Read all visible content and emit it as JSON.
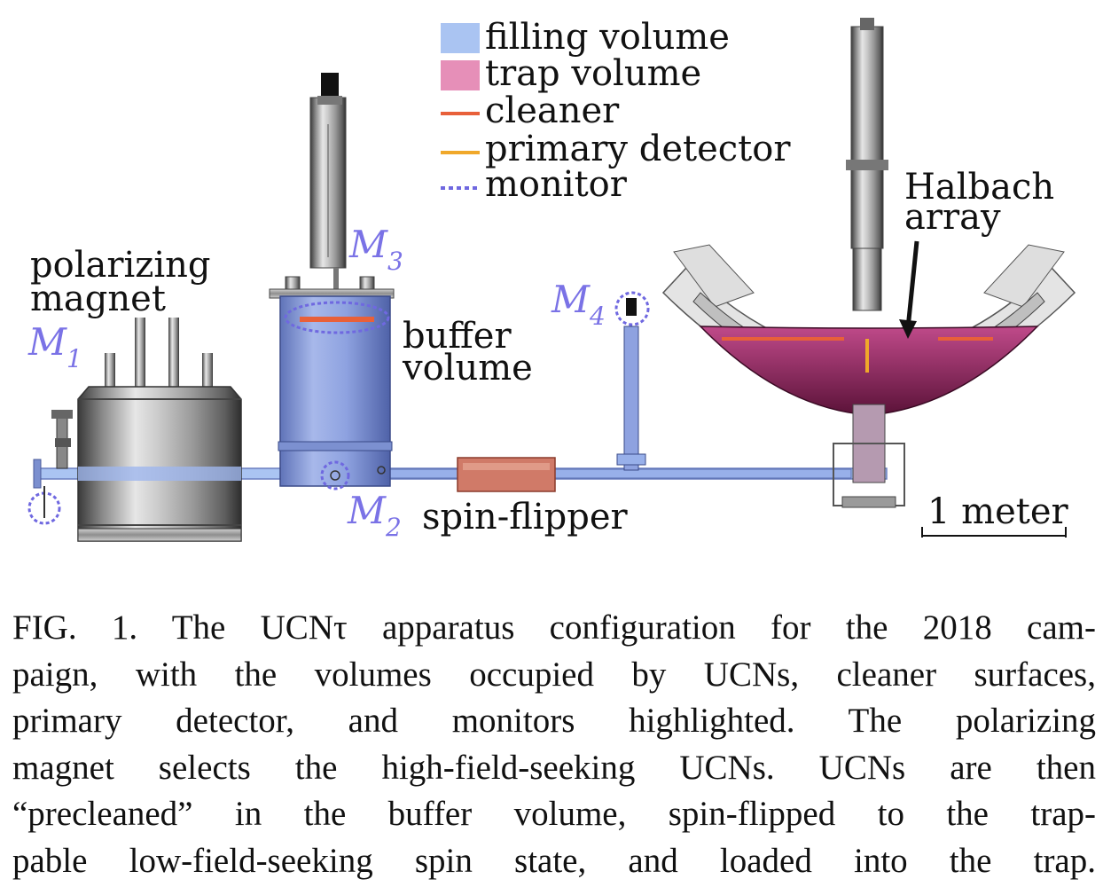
{
  "legend": {
    "filling": {
      "label": "filling volume",
      "color": "#aac4f2"
    },
    "trap": {
      "label": "trap volume",
      "color": "#e68fb8"
    },
    "cleaner": {
      "label": "cleaner",
      "color": "#e8603a"
    },
    "detector": {
      "label": "primary detector",
      "color": "#f0a82a"
    },
    "monitor": {
      "label": "monitor",
      "color": "#6f68e0"
    }
  },
  "labels": {
    "polarizing_magnet_1": "polarizing",
    "polarizing_magnet_2": "magnet",
    "buffer_volume_1": "buffer",
    "buffer_volume_2": "volume",
    "spin_flipper": "spin-flipper",
    "halbach_1": "Halbach",
    "halbach_2": "array",
    "scale": "1 meter"
  },
  "monitors": {
    "m1": {
      "letter": "M",
      "sub": "1"
    },
    "m2": {
      "letter": "M",
      "sub": "2"
    },
    "m3": {
      "letter": "M",
      "sub": "3"
    },
    "m4": {
      "letter": "M",
      "sub": "4"
    }
  },
  "caption": {
    "lines": [
      "FIG. 1. The UCNτ apparatus configuration for the 2018 cam-",
      "paign, with the volumes occupied by UCNs, cleaner surfaces,",
      "primary detector, and monitors highlighted. The polarizing",
      "magnet selects the high-field-seeking UCNs. UCNs are then",
      "“precleaned” in the buffer volume, spin-flipped to the trap-",
      "pable low-field-seeking spin state, and loaded into the trap."
    ]
  }
}
